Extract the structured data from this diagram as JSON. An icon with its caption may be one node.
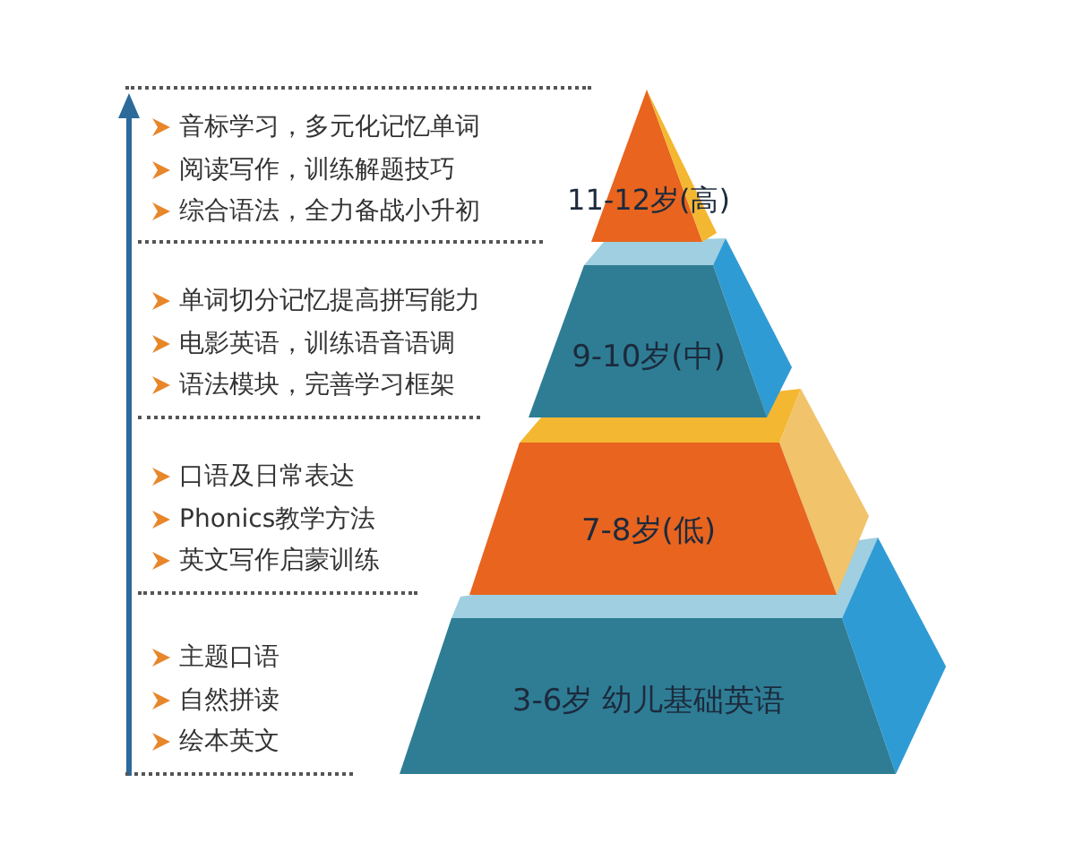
{
  "diagram": {
    "nodes": [
      {
        "text": [
          "11-12岁(高)"
        ],
        "beside": [
          "音标学习，多元化记忆单词",
          "阅读写作，训练解题技巧",
          "综合语法，全力备战小升初"
        ]
      },
      {
        "text": [
          "9-10岁(中)"
        ],
        "beside": [
          "单词切分记忆提高拼写能力",
          "电影英语，训练语音语调",
          "语法模块，完善学习框架"
        ]
      },
      {
        "text": [
          "7-8岁(低)"
        ],
        "beside": [
          "口语及日常表达",
          "Phonics教学方法",
          "英文写作启蒙训练"
        ]
      },
      {
        "text": [
          "3-6岁 幼儿基础英语"
        ],
        "beside": [
          "主题口语",
          "自然拼读",
          "绘本英文"
        ]
      }
    ]
  }
}
